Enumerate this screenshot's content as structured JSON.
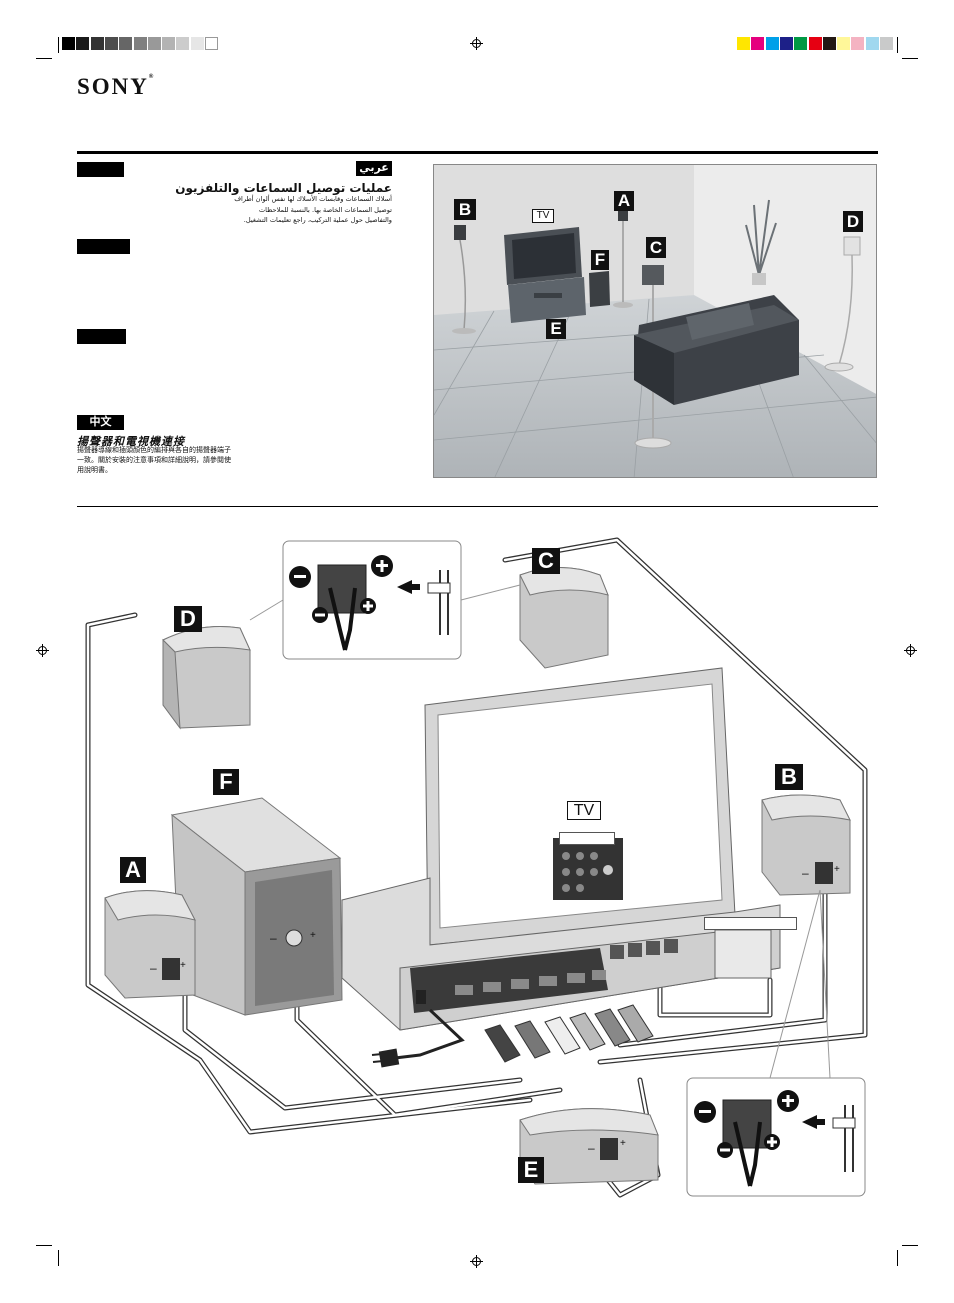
{
  "brand": {
    "logo": "SONY",
    "mark": "®"
  },
  "print_marks": {
    "gray_swatches": [
      "#000000",
      "#1a1a1a",
      "#333333",
      "#4d4d4d",
      "#666666",
      "#808080",
      "#999999",
      "#b3b3b3",
      "#cccccc",
      "#e6e6e6",
      "#ffffff"
    ],
    "color_swatches": [
      "#ffe600",
      "#e5007e",
      "#00a0e9",
      "#1d2088",
      "#009944",
      "#e60012",
      "#231815",
      "#fff799",
      "#f4b3c2",
      "#a0d8ef",
      "#c9caca"
    ]
  },
  "languages": {
    "arabic": {
      "tag": "عربي",
      "title": "عمليات توصيل السماعات والتلفزيون",
      "body": "أسلاك السماعات وقابسات الأسلاك لها نفس ألوان أطراف توصيل السماعات الخاصة بها. بالنسبة للملاحظات والتفاصيل حول عملية التركيب، راجع تعليمات التشغيل."
    },
    "chinese": {
      "tag": "中文",
      "title": "揚聲器和電視機連接",
      "body": "揚聲器導線和插頭顏色的編排與各自的揚聲器端子一致。關於安裝的注意事項和詳細說明，請參閱使用說明書。"
    }
  },
  "room_labels": {
    "a": "A",
    "b": "B",
    "c": "C",
    "d": "D",
    "e": "E",
    "f": "F",
    "tv": "TV"
  },
  "diagram_labels": {
    "a": "A",
    "b": "B",
    "c": "C",
    "d": "D",
    "e": "E",
    "f": "F",
    "tv": "TV"
  },
  "colors": {
    "label_bg": "#111111",
    "label_fg": "#ffffff",
    "cable": "#444444",
    "speaker_body": "#bdbdbd"
  }
}
